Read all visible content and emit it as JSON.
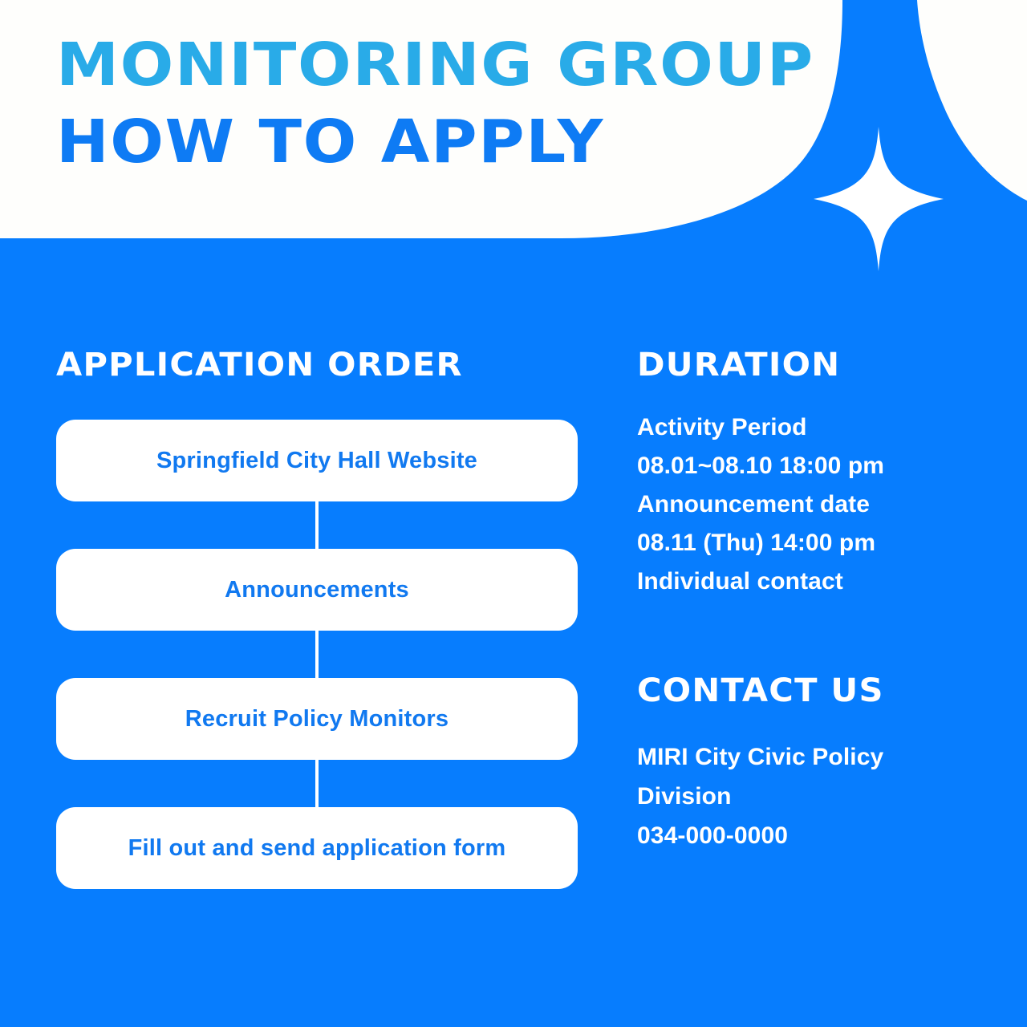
{
  "theme": {
    "background_blue": "#077DFE",
    "header_white": "#FEFEFC",
    "title_light_blue": "#29ABE8",
    "title_strong_blue": "#0E7BF4",
    "card_text_blue": "#1179F0",
    "card_bg": "#FFFFFF"
  },
  "header": {
    "title_line1": "MONITORING GROUP",
    "title_line2": "HOW TO APPLY",
    "sparkle_icon": "sparkle-icon"
  },
  "application_order": {
    "heading": "APPLICATION ORDER",
    "steps": [
      {
        "label": "Springfield City Hall Website"
      },
      {
        "label": "Announcements"
      },
      {
        "label": "Recruit Policy Monitors"
      },
      {
        "label": "Fill out and send application form"
      }
    ]
  },
  "duration": {
    "heading": "DURATION",
    "lines": [
      "Activity Period",
      "08.01~08.10 18:00 pm",
      "Announcement date",
      "08.11 (Thu) 14:00 pm",
      "Individual contact"
    ]
  },
  "contact": {
    "heading": "CONTACT US",
    "lines": [
      "MIRI City Civic Policy Division",
      "034-000-0000"
    ]
  }
}
